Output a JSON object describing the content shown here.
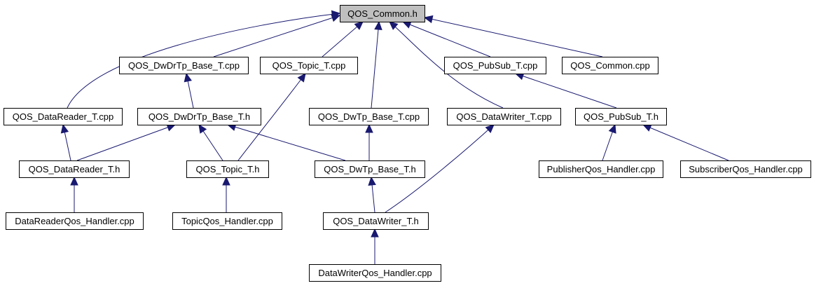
{
  "diagram": {
    "colors": {
      "edge": "#191970",
      "node_border": "#000000",
      "node_fill": "#ffffff",
      "root_fill": "#bfbfbf",
      "background": "#ffffff"
    },
    "nodes": [
      {
        "id": "qos_common_h",
        "label": "QOS_Common.h",
        "root": true
      },
      {
        "id": "qos_dwdrtp_base_t_cpp",
        "label": "QOS_DwDrTp_Base_T.cpp"
      },
      {
        "id": "qos_topic_t_cpp",
        "label": "QOS_Topic_T.cpp"
      },
      {
        "id": "qos_pubsub_t_cpp",
        "label": "QOS_PubSub_T.cpp"
      },
      {
        "id": "qos_common_cpp",
        "label": "QOS_Common.cpp"
      },
      {
        "id": "qos_datareader_t_cpp",
        "label": "QOS_DataReader_T.cpp"
      },
      {
        "id": "qos_dwdrtp_base_t_h",
        "label": "QOS_DwDrTp_Base_T.h"
      },
      {
        "id": "qos_dwtp_base_t_cpp",
        "label": "QOS_DwTp_Base_T.cpp"
      },
      {
        "id": "qos_datawriter_t_cpp",
        "label": "QOS_DataWriter_T.cpp"
      },
      {
        "id": "qos_pubsub_t_h",
        "label": "QOS_PubSub_T.h"
      },
      {
        "id": "qos_datareader_t_h",
        "label": "QOS_DataReader_T.h"
      },
      {
        "id": "qos_topic_t_h",
        "label": "QOS_Topic_T.h"
      },
      {
        "id": "qos_dwtp_base_t_h",
        "label": "QOS_DwTp_Base_T.h"
      },
      {
        "id": "publisherqos_handler_cpp",
        "label": "PublisherQos_Handler.cpp"
      },
      {
        "id": "subscriberqos_handler_cpp",
        "label": "SubscriberQos_Handler.cpp"
      },
      {
        "id": "datareaderqos_handler_cpp",
        "label": "DataReaderQos_Handler.cpp"
      },
      {
        "id": "topicqos_handler_cpp",
        "label": "TopicQos_Handler.cpp"
      },
      {
        "id": "qos_datawriter_t_h",
        "label": "QOS_DataWriter_T.h"
      },
      {
        "id": "datawriterqos_handler_cpp",
        "label": "DataWriterQos_Handler.cpp"
      }
    ],
    "edges": [
      {
        "from": "qos_datareader_t_cpp",
        "to": "qos_common_h"
      },
      {
        "from": "qos_dwdrtp_base_t_cpp",
        "to": "qos_common_h"
      },
      {
        "from": "qos_topic_t_cpp",
        "to": "qos_common_h"
      },
      {
        "from": "qos_dwtp_base_t_cpp",
        "to": "qos_common_h"
      },
      {
        "from": "qos_datawriter_t_cpp",
        "to": "qos_common_h"
      },
      {
        "from": "qos_pubsub_t_cpp",
        "to": "qos_common_h"
      },
      {
        "from": "qos_common_cpp",
        "to": "qos_common_h"
      },
      {
        "from": "qos_dwdrtp_base_t_h",
        "to": "qos_dwdrtp_base_t_cpp"
      },
      {
        "from": "qos_topic_t_h",
        "to": "qos_topic_t_cpp"
      },
      {
        "from": "qos_pubsub_t_h",
        "to": "qos_pubsub_t_cpp"
      },
      {
        "from": "qos_datareader_t_h",
        "to": "qos_datareader_t_cpp"
      },
      {
        "from": "qos_datareader_t_h",
        "to": "qos_dwdrtp_base_t_h"
      },
      {
        "from": "qos_topic_t_h",
        "to": "qos_dwdrtp_base_t_h"
      },
      {
        "from": "qos_dwtp_base_t_h",
        "to": "qos_dwdrtp_base_t_h"
      },
      {
        "from": "qos_dwtp_base_t_h",
        "to": "qos_dwtp_base_t_cpp"
      },
      {
        "from": "qos_datawriter_t_h",
        "to": "qos_datawriter_t_cpp"
      },
      {
        "from": "publisherqos_handler_cpp",
        "to": "qos_pubsub_t_h"
      },
      {
        "from": "subscriberqos_handler_cpp",
        "to": "qos_pubsub_t_h"
      },
      {
        "from": "datareaderqos_handler_cpp",
        "to": "qos_datareader_t_h"
      },
      {
        "from": "topicqos_handler_cpp",
        "to": "qos_topic_t_h"
      },
      {
        "from": "qos_datawriter_t_h",
        "to": "qos_dwtp_base_t_h"
      },
      {
        "from": "datawriterqos_handler_cpp",
        "to": "qos_datawriter_t_h"
      }
    ]
  }
}
